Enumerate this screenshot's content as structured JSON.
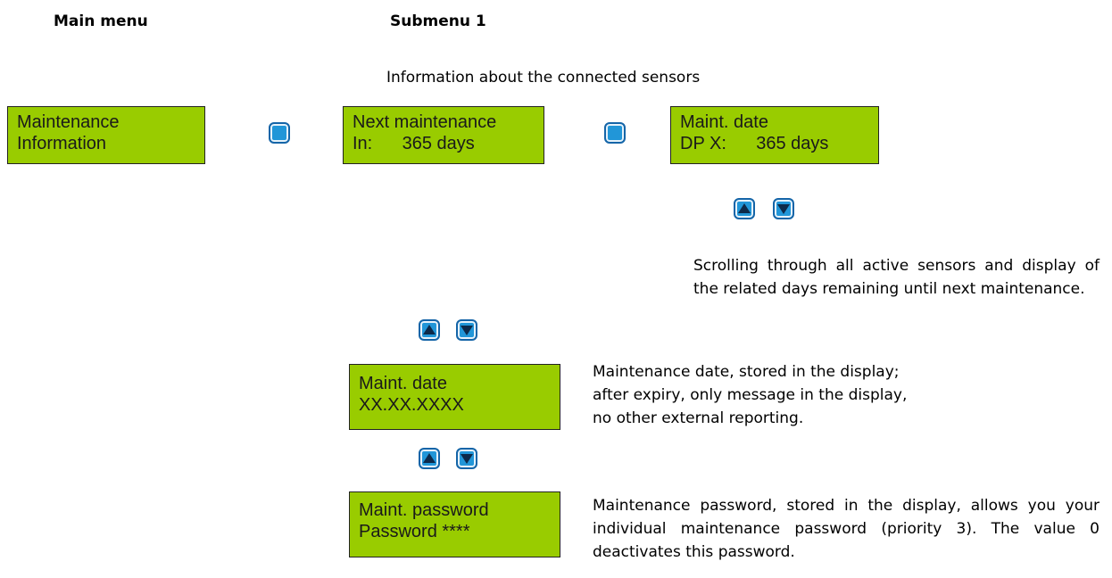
{
  "headers": {
    "main_menu": "Main menu",
    "submenu": "Submenu 1"
  },
  "intro_text": "Information about the connected sensors",
  "boxes": {
    "maintenance_information": {
      "line1": "Maintenance",
      "line2": "Information"
    },
    "next_maintenance": {
      "line1": "Next maintenance",
      "line2": "In:      365 days"
    },
    "sensor_maint_date": {
      "line1": "Maint. date",
      "line2": "DP X:      365 days"
    },
    "maint_date": {
      "line1": "Maint. date",
      "line2": "XX.XX.XXXX"
    },
    "maint_password": {
      "line1": "Maint. password",
      "line2": "Password ****"
    }
  },
  "descriptions": {
    "scrolling": "Scrolling through all active sensors and display of the related days remaining until next maintenance.",
    "maint_date_lines": [
      "Maintenance date, stored in the display;",
      "after expiry, only message in the display,",
      "no other external reporting."
    ],
    "maint_password": "Maintenance password, stored in the display, allows you your individual maintenance password (priority 3). The value 0 deactivates this password."
  },
  "icons": {
    "enter": "enter-button-icon",
    "up": "up-arrow-button-icon",
    "down": "down-arrow-button-icon"
  },
  "colors": {
    "lcd_background": "#99cc00",
    "button_fill": "#2196d8",
    "button_border": "#1565a8"
  }
}
